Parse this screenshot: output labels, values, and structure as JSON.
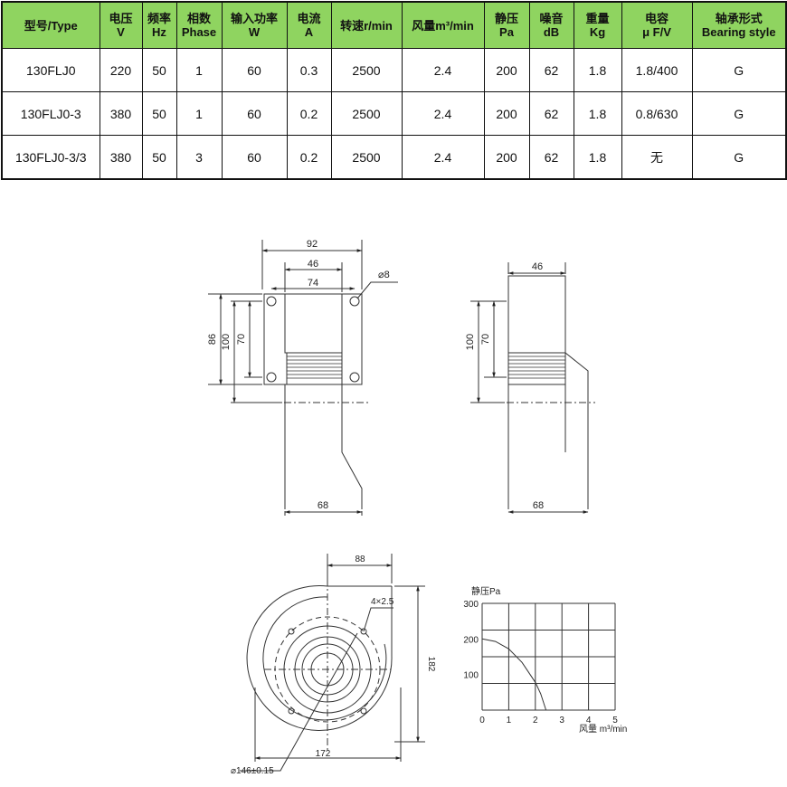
{
  "table": {
    "headers": [
      {
        "line1": "型号/Type",
        "line2": ""
      },
      {
        "line1": "电压",
        "line2": "V"
      },
      {
        "line1": "频率",
        "line2": "Hz"
      },
      {
        "line1": "相数",
        "line2": "Phase"
      },
      {
        "line1": "输入功率",
        "line2": "W"
      },
      {
        "line1": "电流",
        "line2": "A"
      },
      {
        "line1": "转速r/min",
        "line2": ""
      },
      {
        "line1": "风量m³/min",
        "line2": ""
      },
      {
        "line1": "静压",
        "line2": "Pa"
      },
      {
        "line1": "噪音",
        "line2": "dB"
      },
      {
        "line1": "重量",
        "line2": "Kg"
      },
      {
        "line1": "电容",
        "line2": "μ F/V"
      },
      {
        "line1": "轴承形式",
        "line2": "Bearing style"
      }
    ],
    "rows": [
      [
        "130FLJ0",
        "220",
        "50",
        "1",
        "60",
        "0.3",
        "2500",
        "2.4",
        "200",
        "62",
        "1.8",
        "1.8/400",
        "G"
      ],
      [
        "130FLJ0-3",
        "380",
        "50",
        "1",
        "60",
        "0.2",
        "2500",
        "2.4",
        "200",
        "62",
        "1.8",
        "0.8/630",
        "G"
      ],
      [
        "130FLJ0-3/3",
        "380",
        "50",
        "3",
        "60",
        "0.2",
        "2500",
        "2.4",
        "200",
        "62",
        "1.8",
        "无",
        "G"
      ]
    ]
  },
  "front_view": {
    "dims": {
      "width_total": "92",
      "width_inner": "46",
      "hole_spacing": "74",
      "hole_dia": "⌀8",
      "height_86": "86",
      "height_100": "100",
      "height_70": "70",
      "outlet_width": "68"
    }
  },
  "side_view": {
    "dims": {
      "top_width": "46",
      "height_100": "100",
      "height_70": "70",
      "bottom_width": "68"
    }
  },
  "bottom_view": {
    "dims": {
      "top_88": "88",
      "holes": "4×2.5",
      "height_182": "182",
      "width_172": "172",
      "circle_dia": "⌀146±0.15"
    }
  },
  "curve_chart": {
    "ylabel": "静压Pa",
    "xlabel": "风量 m³/min",
    "yticks": [
      "100",
      "200",
      "300"
    ],
    "xticks": [
      "0",
      "1",
      "2",
      "3",
      "4",
      "5"
    ]
  },
  "chart_data": {
    "type": "line",
    "title": "",
    "xlabel": "风量 m³/min",
    "ylabel": "静压Pa",
    "xlim": [
      0,
      5
    ],
    "ylim": [
      0,
      300
    ],
    "grid": true,
    "series": [
      {
        "x": [
          0,
          0.5,
          1.0,
          1.5,
          2.0,
          2.2,
          2.4
        ],
        "y": [
          200,
          193,
          172,
          134,
          78,
          46,
          0
        ]
      }
    ]
  }
}
